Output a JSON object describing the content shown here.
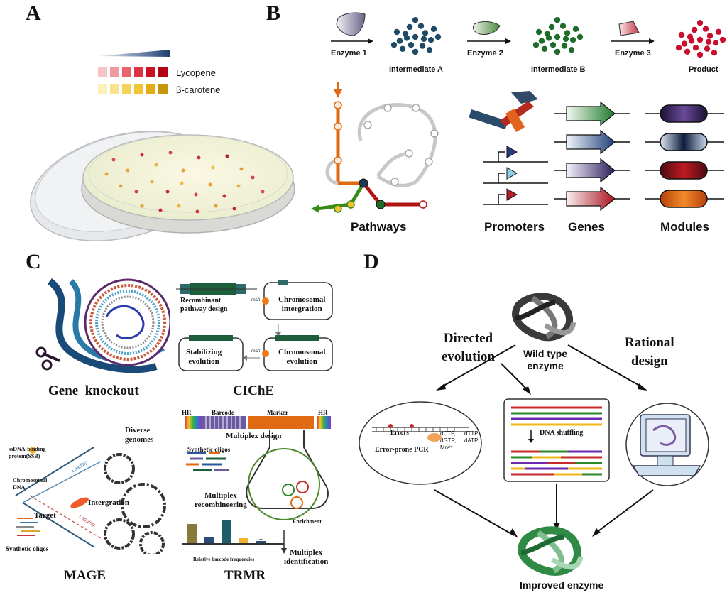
{
  "panels": {
    "a": {
      "letter": "A",
      "legend": {
        "lycopene": "Lycopene",
        "beta_carotene": "β-carotene"
      },
      "colors": {
        "lycopene": [
          "#f7c5c8",
          "#f09aa0",
          "#e8636e",
          "#dd3344",
          "#cc1126",
          "#b30015"
        ],
        "beta_carotene": [
          "#fbf0b8",
          "#f8e38c",
          "#f5d35a",
          "#f0c636",
          "#e2ac12",
          "#c9950a"
        ],
        "gradient_start": "#e8f0f8",
        "gradient_end": "#1c3c6e"
      }
    },
    "b": {
      "letter": "B",
      "enzymes": [
        "Enzyme 1",
        "Enzyme 2",
        "Enzyme 3"
      ],
      "intermediates": [
        "Intermediate A",
        "Intermediate B",
        "Product"
      ],
      "captions": {
        "pathways": "Pathways",
        "promoters": "Promoters",
        "genes": "Genes",
        "modules": "Modules"
      },
      "colors": {
        "intermediate_a": "#1e4a66",
        "intermediate_b": "#1f6b2a",
        "product": "#c8102e",
        "path_orange": "#e06a12",
        "path_green": "#3a8a16"
      }
    },
    "c": {
      "letter": "C",
      "titles": {
        "gene_knockout": "Gene  knockout",
        "cliche": "CIChE",
        "mage": "MAGE",
        "trmr": "TRMR"
      },
      "cliche": {
        "recombinant": [
          "Recombinant",
          "pathway design"
        ],
        "chromosomal_integration": [
          "Chromosomal",
          "intergration"
        ],
        "stabilizing": [
          "Stabilizing",
          "evolution"
        ],
        "chromosomal_evolution": [
          "Chromosomal",
          "evolution"
        ],
        "reca": "recA"
      },
      "mage": {
        "ssb": [
          "ssDNA-binding",
          "protein(SSB)"
        ],
        "diverse": [
          "Diverse",
          "genomes"
        ],
        "chromosomal_dna": [
          "Chromosomal",
          "DNA"
        ],
        "leading": "Leading",
        "lagging": "Lagging",
        "integration": "Intergration",
        "target": "Target",
        "synthetic_oligos": "Synthetic oligos"
      },
      "trmr": {
        "hr": "HR",
        "barcode": "Barcode",
        "marker": "Marker",
        "multiplex_design": "Multiplex design",
        "synthetic_oligos": "Synthetic oligos",
        "recombineering": [
          "Multiplex",
          "recombineering"
        ],
        "enrichment": "Enrichment",
        "identification": [
          "Multiplex",
          "identification"
        ],
        "frequencies": "Relative barcode frequencies",
        "ellipsis": "..."
      }
    },
    "d": {
      "letter": "D",
      "wild_type": [
        "Wild type",
        "enzyme"
      ],
      "directed": [
        "Directed",
        "evolution"
      ],
      "rational": [
        "Rational",
        "design"
      ],
      "errors": "Errors",
      "error_prone": "Error-prone PCR",
      "dntps": [
        "dCTP,",
        "dGTP,",
        "Mn²⁺"
      ],
      "dntps2": [
        "dTTP",
        "dATP"
      ],
      "shuffling": "DNA shuffling",
      "improved": "Improved enzyme",
      "colors": {
        "wild": "#555555",
        "improved": "#2f8a45"
      }
    }
  }
}
